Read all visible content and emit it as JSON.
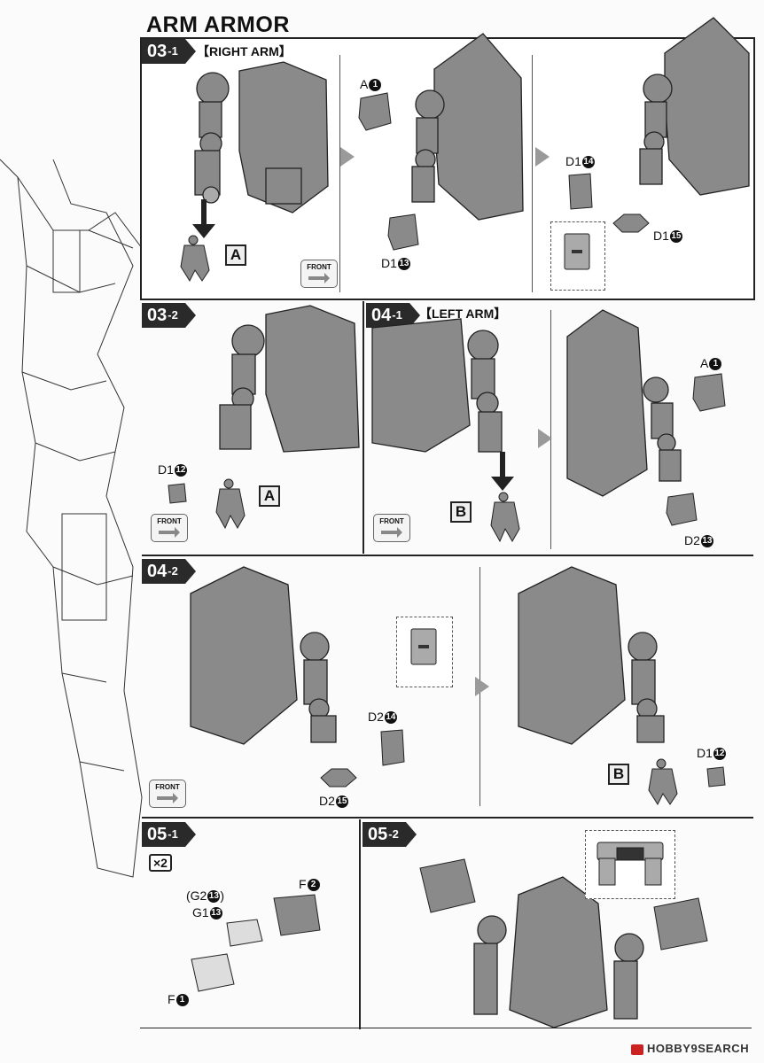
{
  "title": "ARM ARMOR",
  "steps": {
    "s031": {
      "num": "03",
      "sub": "-1",
      "label": "【RIGHT ARM】"
    },
    "s032": {
      "num": "03",
      "sub": "-2"
    },
    "s041": {
      "num": "04",
      "sub": "-1",
      "label": "【LEFT ARM】"
    },
    "s042": {
      "num": "04",
      "sub": "-2"
    },
    "s051": {
      "num": "05",
      "sub": "-1"
    },
    "s052": {
      "num": "05",
      "sub": "-2"
    }
  },
  "tags": {
    "a": "A",
    "b": "B"
  },
  "front_label": "FRONT",
  "multiplier": "×2",
  "parts": {
    "a1": {
      "code": "A",
      "num": "1"
    },
    "d1_13": {
      "code": "D1",
      "num": "13"
    },
    "d1_14": {
      "code": "D1",
      "num": "14"
    },
    "d1_15": {
      "code": "D1",
      "num": "15"
    },
    "d1_12": {
      "code": "D1",
      "num": "12"
    },
    "d2_13": {
      "code": "D2",
      "num": "13"
    },
    "d2_14": {
      "code": "D2",
      "num": "14"
    },
    "d2_15": {
      "code": "D2",
      "num": "15"
    },
    "g2_13": {
      "code": "(G2",
      "num": "13",
      "close": ")"
    },
    "g1_13": {
      "code": "G1",
      "num": "13"
    },
    "f2": {
      "code": "F",
      "num": "2"
    },
    "f1": {
      "code": "F",
      "num": "1"
    }
  },
  "footer": {
    "brand": "HOBBY",
    "page": "9",
    "suffix": "SEARCH"
  }
}
